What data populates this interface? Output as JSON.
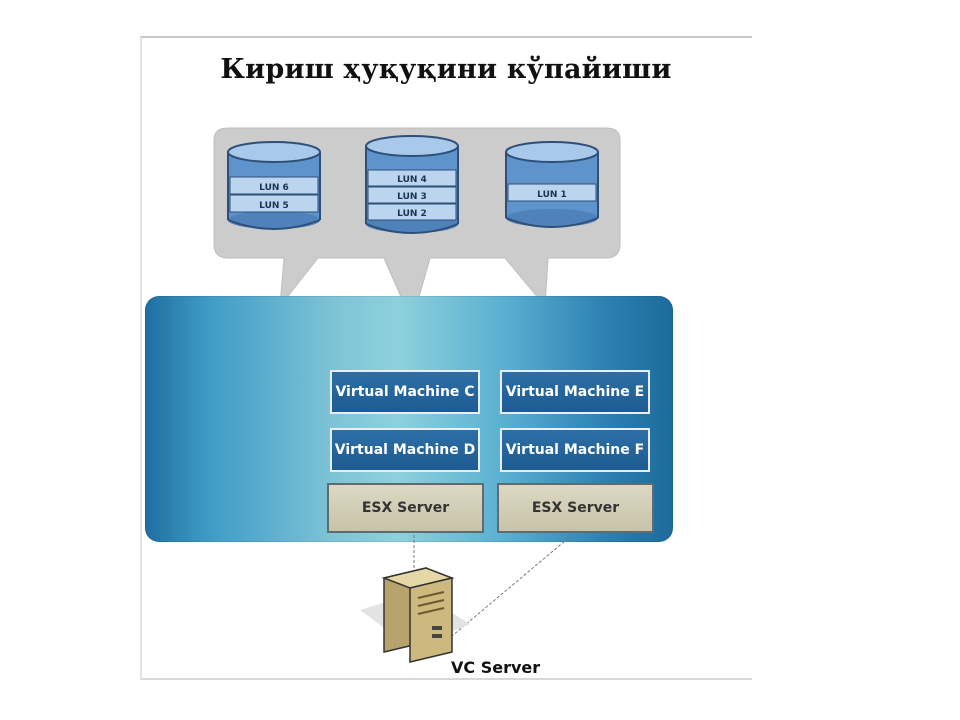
{
  "title": "Кириш ҳуқуқини кўпайиши",
  "storage": {
    "disk_left": {
      "luns": [
        "LUN 6",
        "LUN 5"
      ]
    },
    "disk_middle": {
      "luns": [
        "LUN 4",
        "LUN 3",
        "LUN 2"
      ]
    },
    "disk_right": {
      "luns": [
        "LUN 1"
      ]
    }
  },
  "cluster": {
    "vms": {
      "c": "Virtual Machine C",
      "d": "Virtual Machine D",
      "e": "Virtual Machine E",
      "f": "Virtual Machine F"
    },
    "esx_left": "ESX Server",
    "esx_right": "ESX Server"
  },
  "vc_server": {
    "label": "VC Server"
  },
  "colors": {
    "cluster": "#3f9bc6",
    "vm_box": "#1e5b92",
    "esx_box": "#cfcab1",
    "disk": "#6fa3d8",
    "callout": "#c9c9c9"
  }
}
